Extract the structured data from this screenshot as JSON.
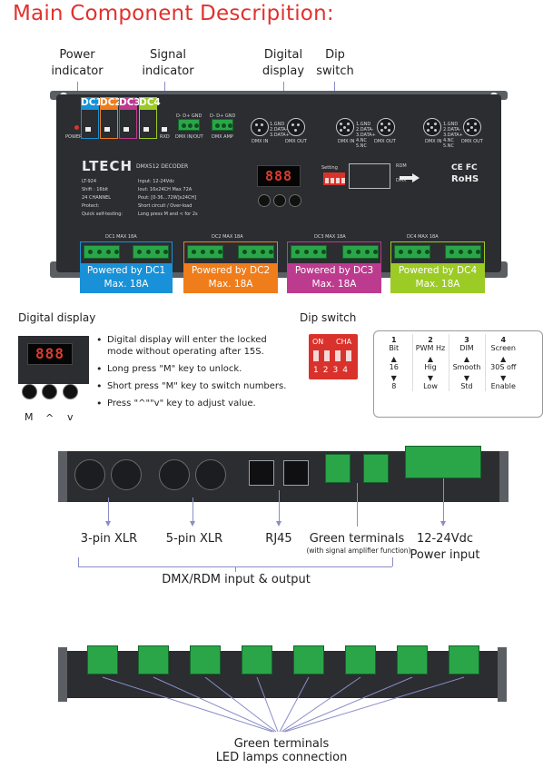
{
  "title": "Main Component Descripition:",
  "callouts": {
    "power_indicator": [
      "Power",
      "indicator"
    ],
    "signal_indicator": [
      "Signal",
      "indicator"
    ],
    "digital_display": [
      "Digital",
      "display"
    ],
    "dip_switch": [
      "Dip",
      "switch"
    ]
  },
  "device": {
    "brand": "LTECH",
    "model": "DMX512 DECODER",
    "specs_left": [
      "LT-924",
      "Shift : 16bit",
      "24 CHANNEL",
      "Protect:",
      "Quick self-testing:"
    ],
    "specs_right": [
      "Input: 12-24Vdc",
      "Iout: 16x24CH  Max 72A",
      "Pout: [0-36...72W]x24CH]",
      "Short circuit / Over-load",
      "Long press M and < for 2s"
    ],
    "display_value": "888",
    "labels": {
      "power": "POWER",
      "rxd": "RXD",
      "dmx_in_out": "DMX IN/OUT",
      "dmx_amp": "DMX AMP",
      "dmx_in": "DMX IN",
      "dmx_out": "DMX OUT",
      "setting": "Setting",
      "rdm": "RDM",
      "dmx": "DMX",
      "ce_fc": "CE FC",
      "rohs": "RoHS",
      "d_gnd": "D- D+ GND"
    },
    "pin_labels": {
      "xlr3": "1.GND 2.DATA- 3.DATA+",
      "xlr5": "1.GND 2.DATA- 3.DATA+ 4.NC 5.NC"
    }
  },
  "dc_groups": [
    {
      "tag": "DC1",
      "color": "#1891d8",
      "max": "DC1 MAX 18A",
      "power": "Powered by DC1",
      "amps": "Max. 18A"
    },
    {
      "tag": "DC2",
      "color": "#f07d1b",
      "max": "DC2 MAX 18A",
      "power": "Powered by DC2",
      "amps": "Max. 18A"
    },
    {
      "tag": "DC3",
      "color": "#bd3b8f",
      "max": "DC3 MAX 18A",
      "power": "Powered by DC3",
      "amps": "Max. 18A"
    },
    {
      "tag": "DC4",
      "color": "#9ccb26",
      "max": "DC4 MAX 18A",
      "power": "Powered by DC4",
      "amps": "Max. 18A"
    }
  ],
  "digital_display": {
    "heading": "Digital display",
    "value": "888",
    "keys": [
      "M",
      "^",
      "v"
    ],
    "bullets": [
      "Digital display will enter the locked mode without operating after 15S.",
      "Long press \"M\" key to unlock.",
      "Short press \"M\" key to switch numbers.",
      "Press \"^\"\"v\" key to adjust value."
    ]
  },
  "dip_switch": {
    "heading": "Dip switch",
    "on_label": "ON",
    "cha_label": "CHA",
    "numbers": [
      "1",
      "2",
      "3",
      "4"
    ],
    "table": {
      "header_num": [
        "1",
        "2",
        "3",
        "4"
      ],
      "header_name": [
        "Bit",
        "PWM Hz",
        "DIM",
        "Screen"
      ],
      "up_values": [
        "16",
        "Hig",
        "Smooth",
        "30S off"
      ],
      "down_values": [
        "8",
        "Low",
        "Std",
        "Enable"
      ]
    }
  },
  "side_labels": {
    "xlr3": "3-pin XLR",
    "xlr5": "5-pin XLR",
    "rj45": "RJ45",
    "green": "Green terminals",
    "green_sub": "(with signal amplifier function)",
    "power_line1": "12-24Vdc",
    "power_line2": "Power input",
    "dmx_rdm": "DMX/RDM input & output"
  },
  "bottom_labels": {
    "line1": "Green terminals",
    "line2": "LED lamps connection"
  },
  "colors": {
    "title_red": "#e0322e",
    "callout_line": "#8a8dc8",
    "terminal_green": "#2aa648"
  }
}
